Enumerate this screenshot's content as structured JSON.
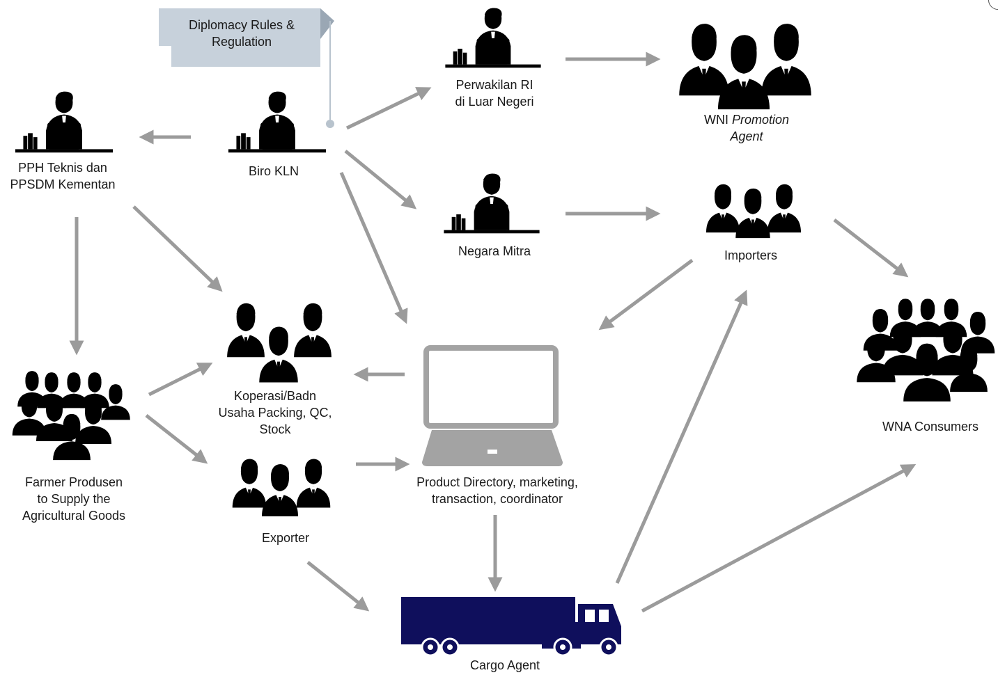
{
  "banner": {
    "line1": "Diplomacy Rules &",
    "line2": "Regulation"
  },
  "nodes": {
    "pph": {
      "line1": "PPH Teknis dan",
      "line2": "PPSDM Kementan"
    },
    "biro": {
      "line1": "Biro KLN"
    },
    "perwakilan": {
      "line1": "Perwakilan RI",
      "line2": "di Luar Negeri"
    },
    "wni": {
      "line1": "WNI ",
      "line1_italic": "Promotion",
      "line2": "Agent"
    },
    "negara": {
      "line1": "Negara Mitra"
    },
    "importers": {
      "line1": "Importers"
    },
    "koperasi": {
      "line1": "Koperasi/Badn",
      "line2": "Usaha Packing, QC,",
      "line3": "Stock"
    },
    "farmer": {
      "line1": "Farmer Produsen",
      "line2": "to Supply the",
      "line3": "Agricultural Goods"
    },
    "exporter": {
      "line1": "Exporter"
    },
    "product": {
      "line1": "Product Directory, marketing,",
      "line2": "transaction, coordinator"
    },
    "wna": {
      "line1": "WNA Consumers"
    },
    "cargo": {
      "line1": "Cargo Agent"
    }
  },
  "colors": {
    "arrow": "#9b9b9b",
    "green": "#7cc16f",
    "green_fill": "#cde8c3",
    "navy": "#1b1f8a",
    "navy_fill": "#c9dcf3",
    "orange_outline": "#f4a55a",
    "orange_fill": "#fde6cc",
    "dark_orange": "#e86a1a",
    "gold": "#e6a93a",
    "gold_fill": "#f8d58f",
    "slate": "#4a5560",
    "slate_fill": "#e4e9ee",
    "salmon": "#e38686",
    "salmon_fill": "#f9cfcf",
    "light_blue": "#6fa5d8",
    "light_blue_fill": "#bcd6f0",
    "laptop_gray": "#a3a3a3",
    "truck": "#0f0f5c",
    "banner_fill": "#c7d1db",
    "banner_fold": "#9aa7b4"
  },
  "icons": {
    "pph": "green-office-worker-icon",
    "biro": "green-office-worker-icon",
    "perwakilan": "navy-office-worker-icon",
    "negara": "navy-office-worker-icon",
    "wni": "orange-promotion-agents-icon",
    "importers": "gold-importers-group-icon",
    "koperasi": "gray-business-people-icon",
    "farmer": "orange-farmers-crowd-icon",
    "exporter": "pink-exporters-group-icon",
    "product": "laptop-icon",
    "wna": "blue-consumers-crowd-icon",
    "cargo": "cargo-truck-icon",
    "banner": "flag-banner-icon"
  }
}
